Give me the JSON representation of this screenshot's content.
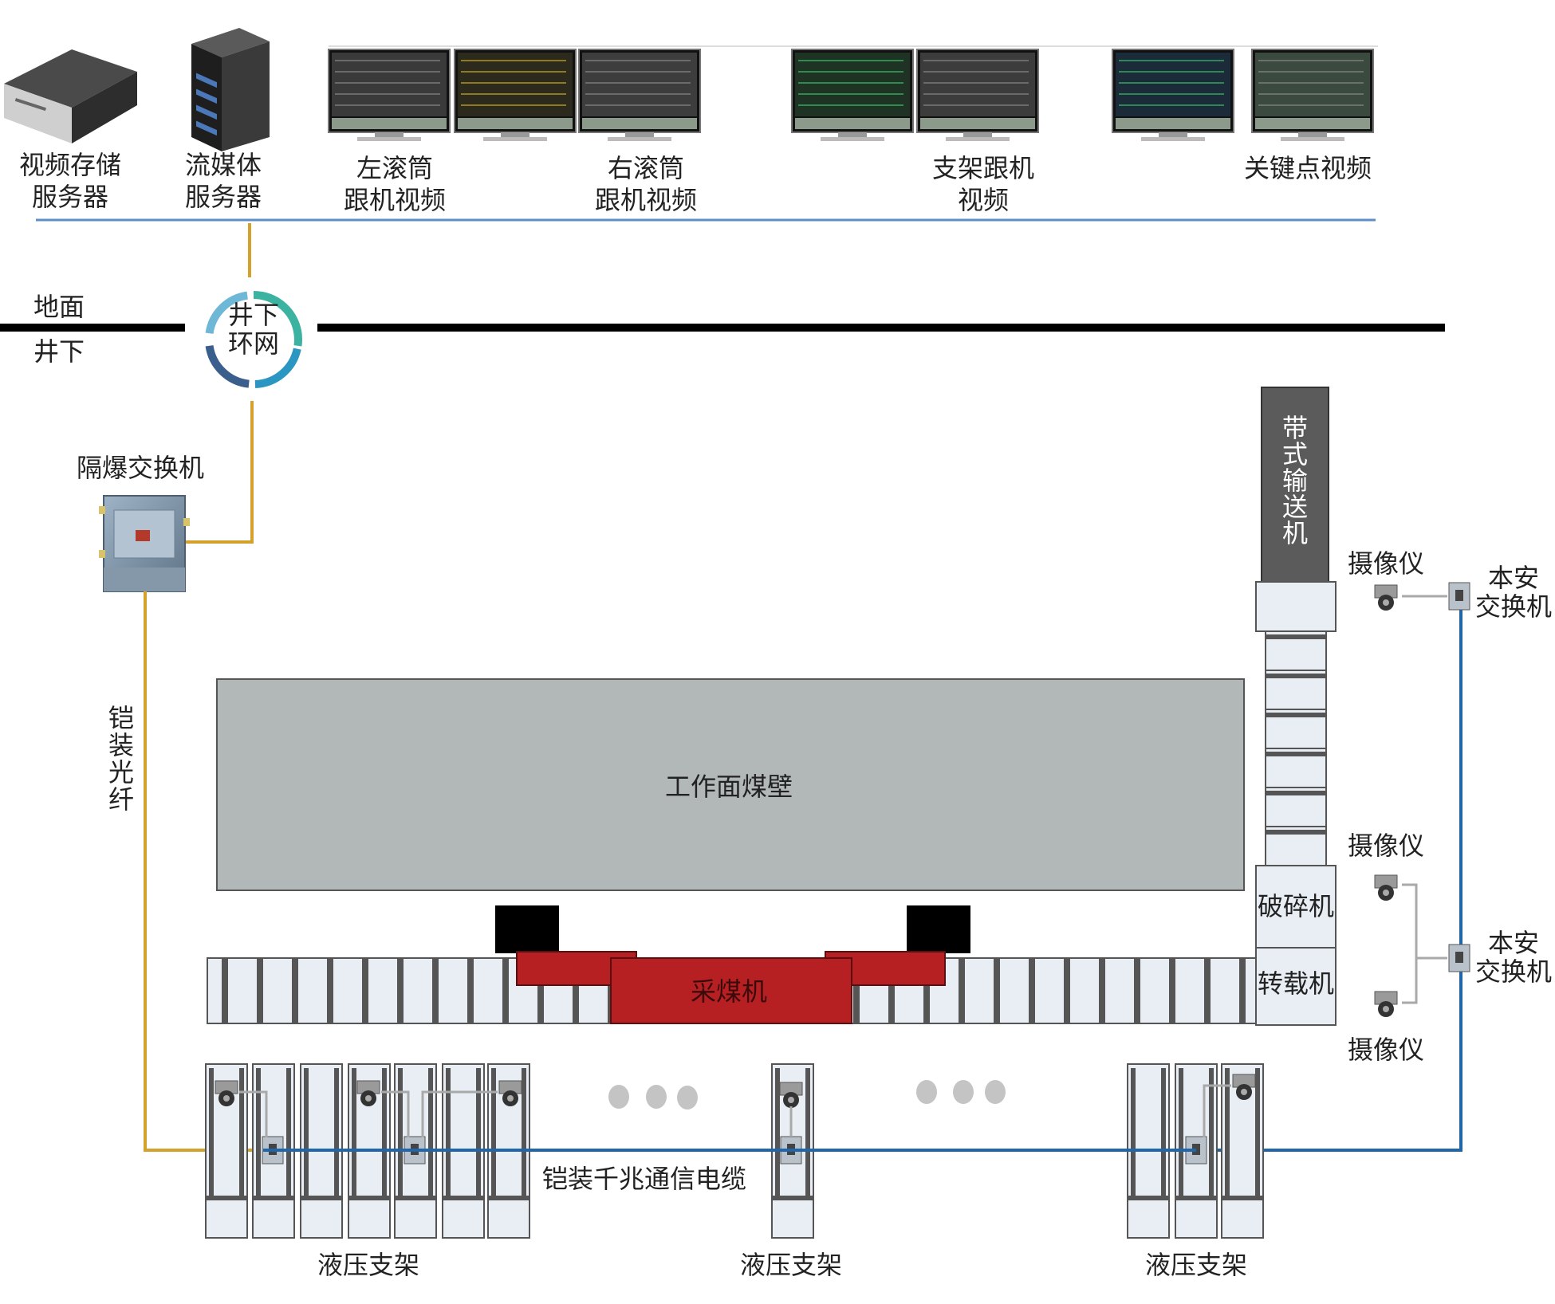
{
  "servers": {
    "storage": {
      "line1": "视频存储",
      "line2": "服务器",
      "icon": "nvr-box-icon"
    },
    "streaming": {
      "line1": "流媒体",
      "line2": "服务器",
      "icon": "tower-server-icon"
    }
  },
  "video_walls": [
    {
      "line1": "左滚筒",
      "line2": "跟机视频"
    },
    {
      "line1": "右滚筒",
      "line2": "跟机视频"
    },
    {
      "line1": "支架跟机",
      "line2": "视频"
    },
    {
      "line1": "关键点视频",
      "line2": ""
    }
  ],
  "levels": {
    "surface": "地面",
    "underground": "井下"
  },
  "ring_network": {
    "line1": "井下",
    "line2": "环网"
  },
  "explosion_proof_switch": {
    "label": "隔爆交换机"
  },
  "armored_fiber": {
    "label": "铠装光纤"
  },
  "coal_wall": {
    "label": "工作面煤壁"
  },
  "shearer": {
    "label": "采煤机"
  },
  "belt_conveyor": {
    "label": "带式输送机"
  },
  "crusher": {
    "label": "破碎机"
  },
  "stage_loader": {
    "label": "转载机"
  },
  "cameras": {
    "label": "摄像仪"
  },
  "intrinsic_switch": {
    "line1": "本安",
    "line2": "交换机"
  },
  "gigabit_cable": {
    "label": "铠装千兆通信电缆"
  },
  "hydraulic_supports": {
    "label": "液压支架"
  },
  "colors": {
    "server_link": "#d4a22c",
    "network_bus": "#2266aa",
    "monitor_bus": "#5b8fc6",
    "coal_wall": "#b2b8b8",
    "shearer": "#b62023",
    "belt": "#5b5b5b",
    "panel": "#e8eef3",
    "ring_segments": [
      "#3bb3a0",
      "#2c96c2",
      "#3b5f8c",
      "#6fb7d6"
    ]
  }
}
